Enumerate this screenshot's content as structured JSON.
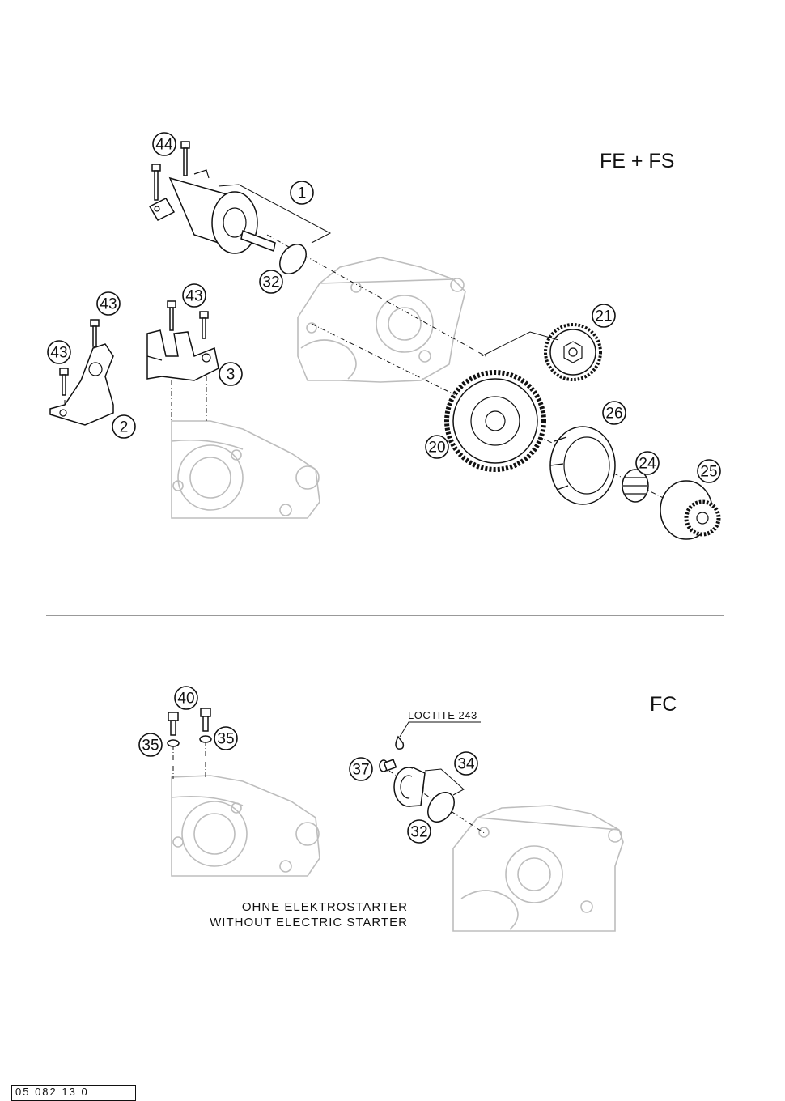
{
  "sections": [
    {
      "model_label": "FE + FS",
      "callouts": [
        {
          "num": "44",
          "part": "screw"
        },
        {
          "num": "1",
          "part": "starter-motor"
        },
        {
          "num": "32",
          "part": "o-ring"
        },
        {
          "num": "43",
          "part": "screw"
        },
        {
          "num": "43",
          "part": "screw"
        },
        {
          "num": "43",
          "part": "screw"
        },
        {
          "num": "2",
          "part": "bracket"
        },
        {
          "num": "3",
          "part": "bracket"
        },
        {
          "num": "21",
          "part": "intermediate-gear"
        },
        {
          "num": "26",
          "part": "freewheel"
        },
        {
          "num": "20",
          "part": "starter-gear"
        },
        {
          "num": "24",
          "part": "needle-bearing"
        },
        {
          "num": "25",
          "part": "freewheel-hub"
        }
      ]
    },
    {
      "model_label": "FC",
      "callouts": [
        {
          "num": "40",
          "part": "screw"
        },
        {
          "num": "35",
          "part": "washer"
        },
        {
          "num": "35",
          "part": "washer"
        },
        {
          "num": "37",
          "part": "screw"
        },
        {
          "num": "34",
          "part": "plug"
        },
        {
          "num": "32",
          "part": "o-ring"
        }
      ],
      "loctite_label": "LOCTITE 243",
      "note_lines": [
        "OHNE ELEKTROSTARTER",
        "WITHOUT ELECTRIC STARTER"
      ]
    }
  ],
  "page_code": "05 082 13 0"
}
